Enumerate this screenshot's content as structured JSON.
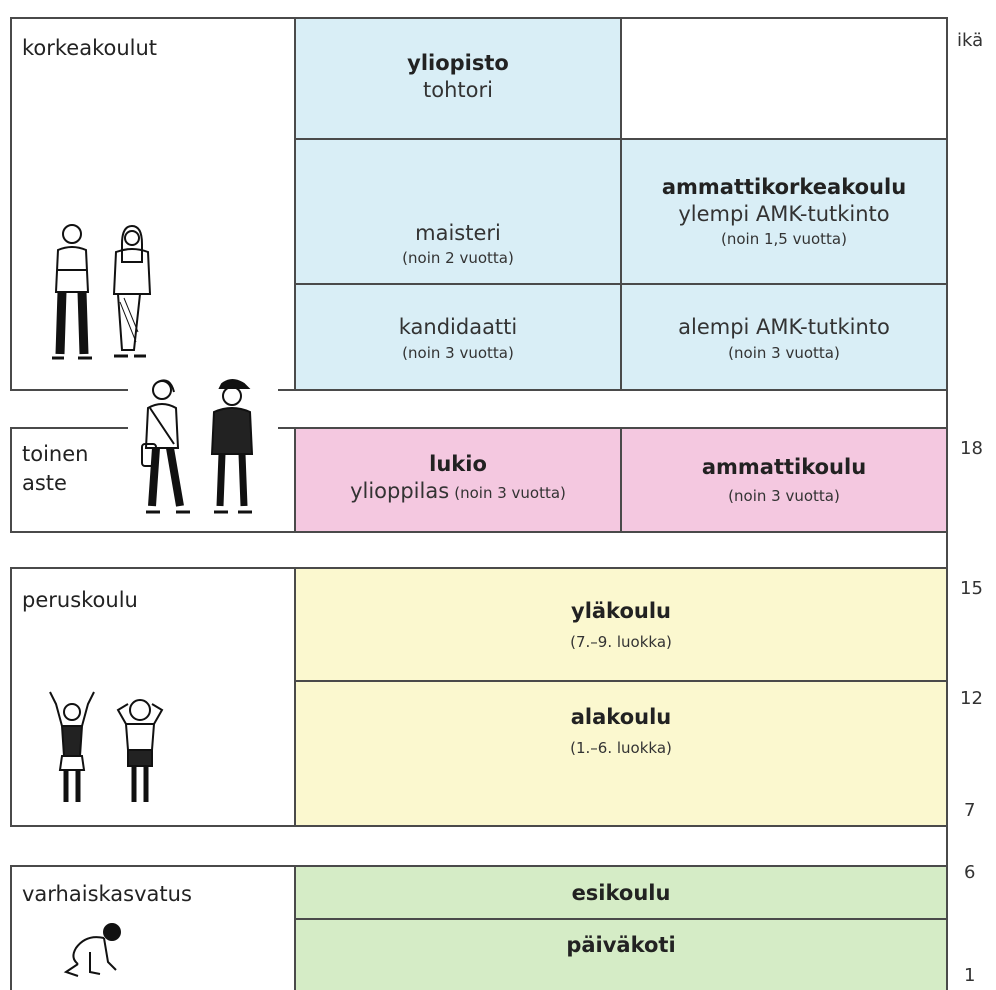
{
  "age_header": "ikä",
  "ages": [
    "18",
    "15",
    "12",
    "7",
    "6",
    "1"
  ],
  "levels": {
    "higher": {
      "label": "korkeakoulut",
      "yliopisto": "yliopisto",
      "tohtori": "tohtori",
      "maisteri": "maisteri",
      "maisteri_dur": "(noin 2 vuotta)",
      "kandidaatti": "kandidaatti",
      "kandidaatti_dur": "(noin 3 vuotta)",
      "amk": "ammattikorkeakoulu",
      "ylempi_amk": "ylempi AMK-tutkinto",
      "ylempi_amk_dur": "(noin 1,5 vuotta)",
      "alempi_amk": "alempi AMK-tutkinto",
      "alempi_amk_dur": "(noin 3 vuotta)"
    },
    "secondary": {
      "label_line1": "toinen",
      "label_line2": "aste",
      "lukio": "lukio",
      "ylioppilas": "ylioppilas",
      "lukio_dur": "(noin 3 vuotta)",
      "ammattikoulu": "ammattikoulu",
      "ammattikoulu_dur": "(noin 3 vuotta)"
    },
    "basic": {
      "label": "peruskoulu",
      "ylakoulu": "yläkoulu",
      "ylakoulu_grades": "(7.–9. luokka)",
      "alakoulu": "alakoulu",
      "alakoulu_grades": "(1.–6. luokka)"
    },
    "early": {
      "label": "varhaiskasvatus",
      "esikoulu": "esikoulu",
      "paivakoti": "päiväkoti"
    }
  },
  "colors": {
    "higher": "#d9eef6",
    "secondary": "#f4c8e0",
    "basic": "#fbf8cf",
    "early": "#d5ecc6"
  }
}
